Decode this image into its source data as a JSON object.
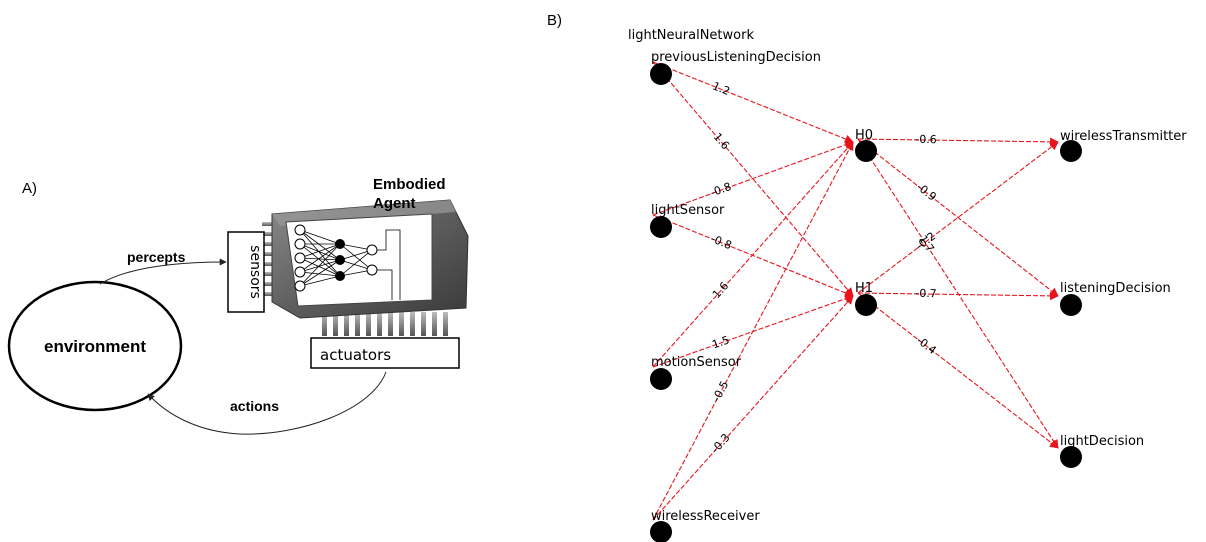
{
  "panel_a": {
    "label": "A)",
    "environment": "environment",
    "percepts": "percepts",
    "actions": "actions",
    "sensors": "sensors",
    "actuators": "actuators",
    "agent_title_line1": "Embodied",
    "agent_title_line2": "Agent"
  },
  "panel_b": {
    "label": "B)",
    "title": "lightNeuralNetwork",
    "edge_color": "#e8141c",
    "nodes": {
      "prev": "previousListeningDecision",
      "light": "lightSensor",
      "motion": "motionSensor",
      "wireless_rx": "wirelessReceiver",
      "h0": "H0",
      "h1": "H1",
      "wireless_tx": "wirelessTransmitter",
      "listening": "listeningDecision",
      "light_dec": "lightDecision"
    },
    "edges": [
      {
        "from": "prev",
        "to": "h0",
        "weight": "1.2"
      },
      {
        "from": "prev",
        "to": "h1",
        "weight": "1.6"
      },
      {
        "from": "light",
        "to": "h0",
        "weight": "-0.8"
      },
      {
        "from": "light",
        "to": "h1",
        "weight": "-0.8"
      },
      {
        "from": "motion",
        "to": "h0",
        "weight": "1.6"
      },
      {
        "from": "motion",
        "to": "h1",
        "weight": "1.5"
      },
      {
        "from": "wireless_rx",
        "to": "h0",
        "weight": "-0.5"
      },
      {
        "from": "wireless_rx",
        "to": "h1",
        "weight": "-0.3"
      },
      {
        "from": "h0",
        "to": "wireless_tx",
        "weight": "-0.6"
      },
      {
        "from": "h0",
        "to": "listening",
        "weight": "-0.9"
      },
      {
        "from": "h0",
        "to": "light_dec",
        "weight": "1.7"
      },
      {
        "from": "h1",
        "to": "wireless_tx",
        "weight": "-0.2"
      },
      {
        "from": "h1",
        "to": "listening",
        "weight": "-0.7"
      },
      {
        "from": "h1",
        "to": "light_dec",
        "weight": "-0.4"
      }
    ]
  }
}
